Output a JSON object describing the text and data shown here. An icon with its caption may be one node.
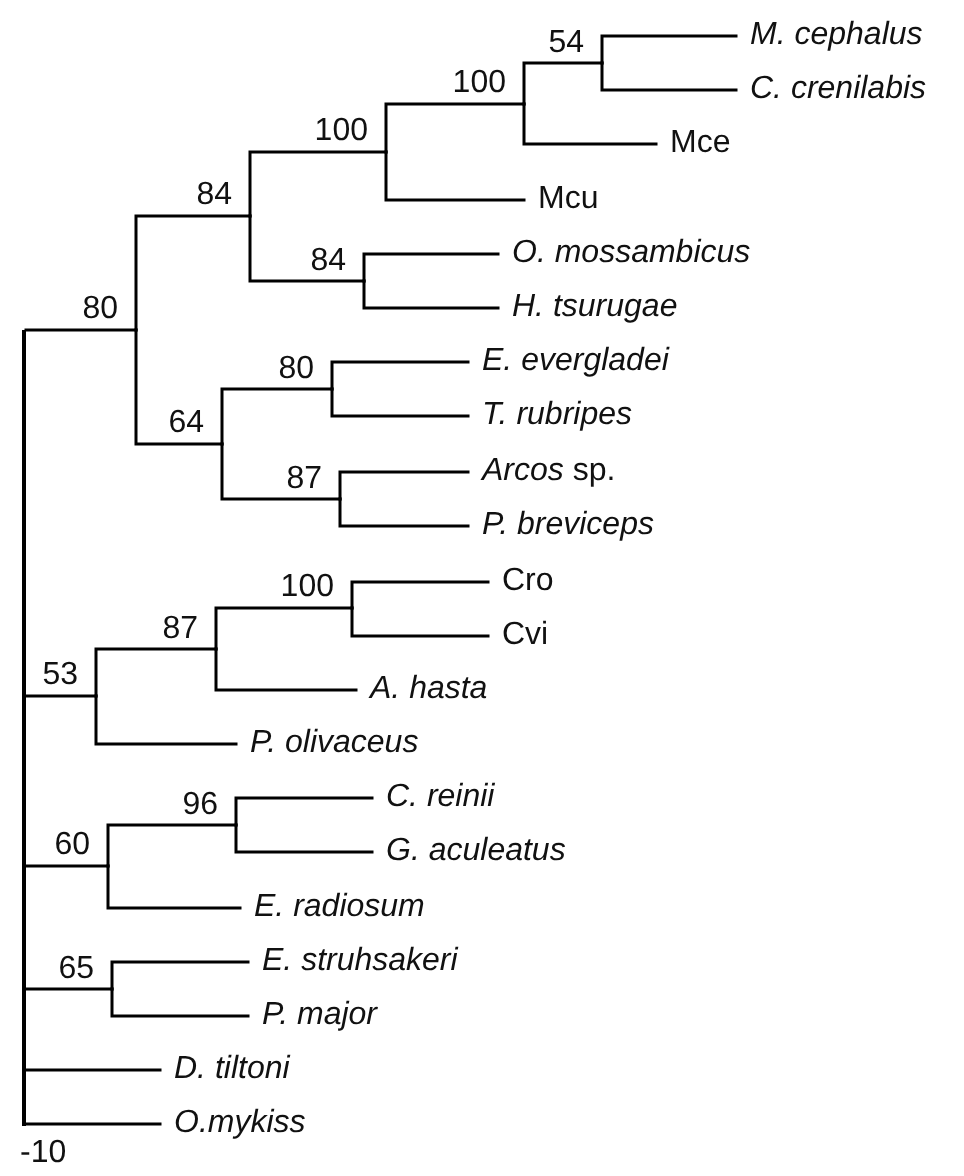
{
  "diagram": {
    "nodes": [
      {
        "text": [],
        "shape": "bar"
      },
      {
        "text": [
          "80"
        ]
      },
      {
        "text": [
          "84"
        ]
      },
      {
        "text": [
          "100"
        ]
      },
      {
        "text": [
          "100"
        ]
      },
      {
        "text": [
          "54"
        ]
      },
      {
        "text": [
          "*M. cephalus*"
        ]
      },
      {
        "text": [
          "*C. crenilabis*"
        ]
      },
      {
        "text": [
          "Mce"
        ]
      },
      {
        "text": [
          "Mcu"
        ]
      },
      {
        "text": [
          "84"
        ]
      },
      {
        "text": [
          "*O. mossambicus*"
        ]
      },
      {
        "text": [
          "*H. tsurugae*"
        ]
      },
      {
        "text": [
          "64"
        ]
      },
      {
        "text": [
          "80"
        ]
      },
      {
        "text": [
          "*E. evergladei*"
        ]
      },
      {
        "text": [
          "*T. rubripes*"
        ]
      },
      {
        "text": [
          "87"
        ]
      },
      {
        "text": [
          "*Arcos* sp."
        ]
      },
      {
        "text": [
          "*P. breviceps*"
        ]
      },
      {
        "text": [
          "53"
        ]
      },
      {
        "text": [
          "87"
        ]
      },
      {
        "text": [
          "100"
        ]
      },
      {
        "text": [
          "Cro"
        ]
      },
      {
        "text": [
          "Cvi"
        ]
      },
      {
        "text": [
          "*A. hasta*"
        ]
      },
      {
        "text": [
          "*P. olivaceus*"
        ]
      },
      {
        "text": [
          "60"
        ]
      },
      {
        "text": [
          "96"
        ]
      },
      {
        "text": [
          "*C. reinii*"
        ]
      },
      {
        "text": [
          "*G. aculeatus*"
        ]
      },
      {
        "text": [
          "*E. radiosum*"
        ]
      },
      {
        "text": [
          "65"
        ]
      },
      {
        "text": [
          "*E. struhsakeri*"
        ]
      },
      {
        "text": [
          "*P. major*"
        ]
      },
      {
        "text": [
          "*D. tiltoni*"
        ]
      },
      {
        "text": [
          "*O.mykiss*"
        ]
      }
    ],
    "edges": [
      {
        "from": 0,
        "to": 1,
        "arrow": "none"
      },
      {
        "from": 1,
        "to": 2,
        "arrow": "none"
      },
      {
        "from": 2,
        "to": 3,
        "arrow": "none"
      },
      {
        "from": 3,
        "to": 4,
        "arrow": "none"
      },
      {
        "from": 4,
        "to": 5,
        "arrow": "none"
      },
      {
        "from": 5,
        "to": 6,
        "arrow": "none"
      },
      {
        "from": 5,
        "to": 7,
        "arrow": "none"
      },
      {
        "from": 4,
        "to": 8,
        "arrow": "none"
      },
      {
        "from": 3,
        "to": 9,
        "arrow": "none"
      },
      {
        "from": 2,
        "to": 10,
        "arrow": "none"
      },
      {
        "from": 10,
        "to": 11,
        "arrow": "none"
      },
      {
        "from": 10,
        "to": 12,
        "arrow": "none"
      },
      {
        "from": 1,
        "to": 13,
        "arrow": "none"
      },
      {
        "from": 13,
        "to": 14,
        "arrow": "none"
      },
      {
        "from": 14,
        "to": 15,
        "arrow": "none"
      },
      {
        "from": 14,
        "to": 16,
        "arrow": "none"
      },
      {
        "from": 13,
        "to": 17,
        "arrow": "none"
      },
      {
        "from": 17,
        "to": 18,
        "arrow": "none"
      },
      {
        "from": 17,
        "to": 19,
        "arrow": "none"
      },
      {
        "from": 0,
        "to": 20,
        "arrow": "none"
      },
      {
        "from": 20,
        "to": 21,
        "arrow": "none"
      },
      {
        "from": 21,
        "to": 22,
        "arrow": "none"
      },
      {
        "from": 22,
        "to": 23,
        "arrow": "none"
      },
      {
        "from": 22,
        "to": 24,
        "arrow": "none"
      },
      {
        "from": 21,
        "to": 25,
        "arrow": "none"
      },
      {
        "from": 20,
        "to": 26,
        "arrow": "none"
      },
      {
        "from": 0,
        "to": 27,
        "arrow": "none"
      },
      {
        "from": 27,
        "to": 28,
        "arrow": "none"
      },
      {
        "from": 28,
        "to": 29,
        "arrow": "none"
      },
      {
        "from": 28,
        "to": 30,
        "arrow": "none"
      },
      {
        "from": 27,
        "to": 31,
        "arrow": "none"
      },
      {
        "from": 0,
        "to": 32,
        "arrow": "none"
      },
      {
        "from": 32,
        "to": 33,
        "arrow": "none"
      },
      {
        "from": 32,
        "to": 34,
        "arrow": "none"
      },
      {
        "from": 0,
        "to": 35,
        "arrow": "none"
      },
      {
        "from": 0,
        "to": 36,
        "arrow": "none"
      }
    ],
    "labels": [
      "-10"
    ]
  }
}
